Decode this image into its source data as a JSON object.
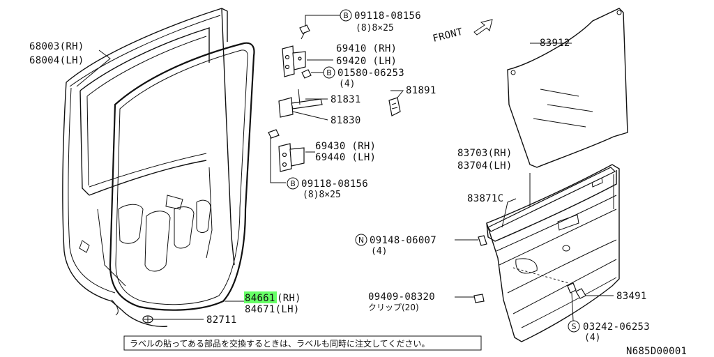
{
  "diagram_id": "N685D00001",
  "front_label": "FRONT",
  "notice": "ラベルの貼ってある部品を交換するときは、ラベルも同時に注文してください。",
  "highlight_color": "#66ff66",
  "labels": {
    "door_rh": "68003(RH)",
    "door_lh": "68004(LH)",
    "bolt_top_code": "09118-08156",
    "bolt_top_qty": "(8)8×25",
    "bolt_top_marker": "B",
    "hinge_upper_rh": "69410 (RH)",
    "hinge_upper_lh": "69420 (LH)",
    "bolt_mid_code": "01580-06253",
    "bolt_mid_qty": "(4)",
    "bolt_mid_marker": "B",
    "check_link_a": "81831",
    "check_link_b": "81830",
    "clip_81891": "81891",
    "hinge_lower_rh": "69430 (RH)",
    "hinge_lower_lh": "69440 (LH)",
    "bolt_low_code": "09118-08156",
    "bolt_low_qty": "(8)8×25",
    "bolt_low_marker": "B",
    "seal_rh_part": "84661",
    "seal_rh_side": "(RH)",
    "seal_lh": "84671(LH)",
    "grommet": "82711",
    "screen": "83912",
    "trim_rh": "83703(RH)",
    "trim_lh": "83704(LH)",
    "trim_c": "83871C",
    "nut_code": "09148-06007",
    "nut_qty": "(4)",
    "nut_marker": "N",
    "clip_code": "09409-08320",
    "clip_qty": "クリップ(20)",
    "fastener": "83491",
    "screw_code": "03242-06253",
    "screw_qty": "(4)",
    "screw_marker": "S"
  }
}
